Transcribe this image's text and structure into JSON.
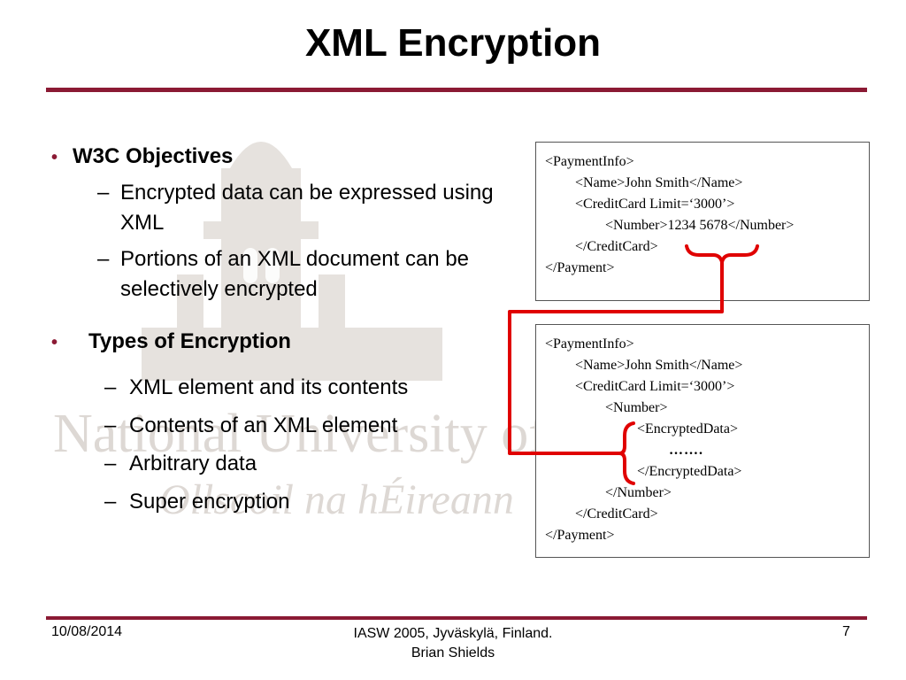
{
  "slide": {
    "title": "XML Encryption"
  },
  "watermark": {
    "line1": "National University of Ireland",
    "line2": "Ollscoil na hÉireann"
  },
  "content": {
    "bullets": [
      {
        "label": "W3C Objectives",
        "items": [
          "Encrypted data can be expressed using XML",
          "Portions of an XML document can be selectively encrypted"
        ]
      },
      {
        "label": "Types of Encryption",
        "items": [
          "XML element and its contents",
          "Contents of an XML element",
          "Arbitrary data",
          "Super encryption"
        ]
      }
    ]
  },
  "code_top": {
    "lines": [
      "<PaymentInfo>",
      "<Name>John Smith</Name>",
      "<CreditCard Limit=‘3000’>",
      "<Number>1234 5678</Number>",
      "</CreditCard>",
      "</Payment>"
    ]
  },
  "code_bottom": {
    "lines": [
      "<PaymentInfo>",
      "<Name>John Smith</Name>",
      "<CreditCard Limit=‘3000’>",
      "<Number>",
      "<EncryptedData>",
      "…….",
      "</EncryptedData>",
      "</Number>",
      "</CreditCard>",
      "</Payment>"
    ]
  },
  "colors": {
    "accent": "#8b1a34",
    "connector": "#e00000"
  },
  "footer": {
    "date": "10/08/2014",
    "center_line1": "IASW 2005, Jyväskylä, Finland.",
    "center_line2": "Brian Shields",
    "page_number": "7"
  }
}
